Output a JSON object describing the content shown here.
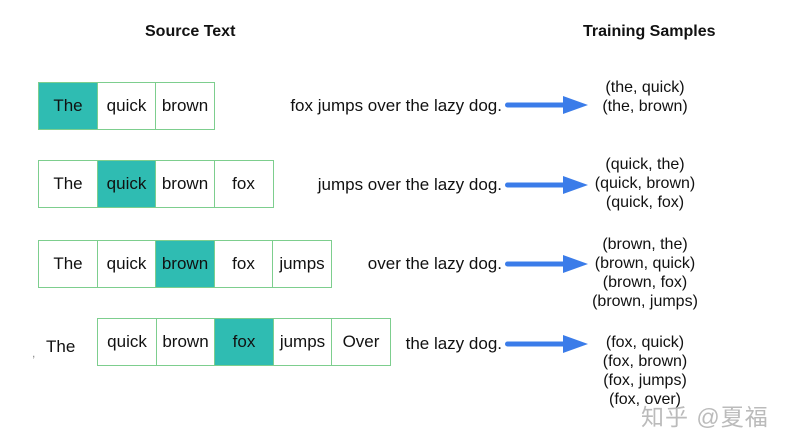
{
  "header": {
    "source_title": "Source Text",
    "samples_title": "Training Samples"
  },
  "colors": {
    "highlight": "#2fbcb2",
    "box_border": "#7dce8e",
    "arrow": "#3b7ce9",
    "text": "#111111",
    "watermark": "#bbbbbb"
  },
  "stray_mark": ",",
  "rows": [
    {
      "words": [
        {
          "text": "The",
          "highlight": true
        },
        {
          "text": "quick",
          "highlight": false
        },
        {
          "text": "brown",
          "highlight": false
        }
      ],
      "sentence": "fox jumps over the lazy dog.",
      "samples": [
        "(the, quick)",
        "(the, brown)"
      ]
    },
    {
      "words": [
        {
          "text": "The",
          "highlight": false
        },
        {
          "text": "quick",
          "highlight": true
        },
        {
          "text": "brown",
          "highlight": false
        },
        {
          "text": "fox",
          "highlight": false
        }
      ],
      "sentence": "jumps over the lazy dog.",
      "samples": [
        "(quick, the)",
        "(quick, brown)",
        "(quick, fox)"
      ]
    },
    {
      "words": [
        {
          "text": "The",
          "highlight": false
        },
        {
          "text": "quick",
          "highlight": false
        },
        {
          "text": "brown",
          "highlight": true
        },
        {
          "text": "fox",
          "highlight": false
        },
        {
          "text": "jumps",
          "highlight": false
        }
      ],
      "sentence": "over the lazy dog.",
      "samples": [
        "(brown, the)",
        "(brown, quick)",
        "(brown, fox)",
        "(brown, jumps)"
      ]
    },
    {
      "prefix": "The",
      "words": [
        {
          "text": "quick",
          "highlight": false
        },
        {
          "text": "brown",
          "highlight": false
        },
        {
          "text": "fox",
          "highlight": true
        },
        {
          "text": "jumps",
          "highlight": false
        },
        {
          "text": "Over",
          "highlight": false
        }
      ],
      "sentence": "the lazy dog.",
      "samples": [
        "(fox, quick)",
        "(fox, brown)",
        "(fox, jumps)",
        "(fox, over)"
      ]
    }
  ],
  "watermark": "知乎 @夏福"
}
